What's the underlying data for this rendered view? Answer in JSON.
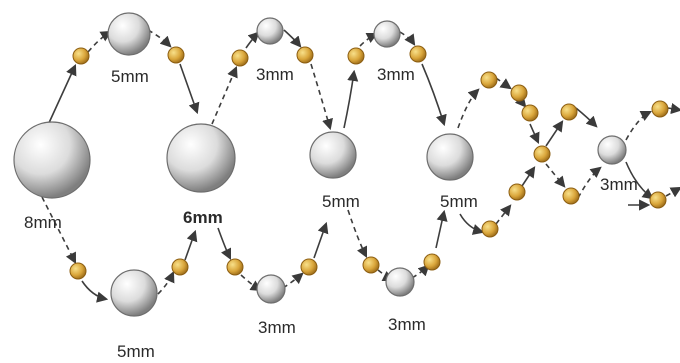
{
  "labels": {
    "big_pearl": "8mm",
    "top_left": "5mm",
    "bottom_left": "5mm",
    "center_bold": "6mm",
    "top_mid": "3mm",
    "bottom_mid": "3mm",
    "mid_pearl": "5mm",
    "top_right": "3mm",
    "bottom_right": "3mm",
    "right_pearl": "5mm",
    "tail_pearl": "3mm"
  },
  "colors": {
    "pearl": "#e6e6e6",
    "pearl_shadow": "#8a8a8a",
    "bead": "#d8a437",
    "bead_light": "#f4d779",
    "arrow_solid": "#444444",
    "arrow_dashed": "#555555"
  }
}
